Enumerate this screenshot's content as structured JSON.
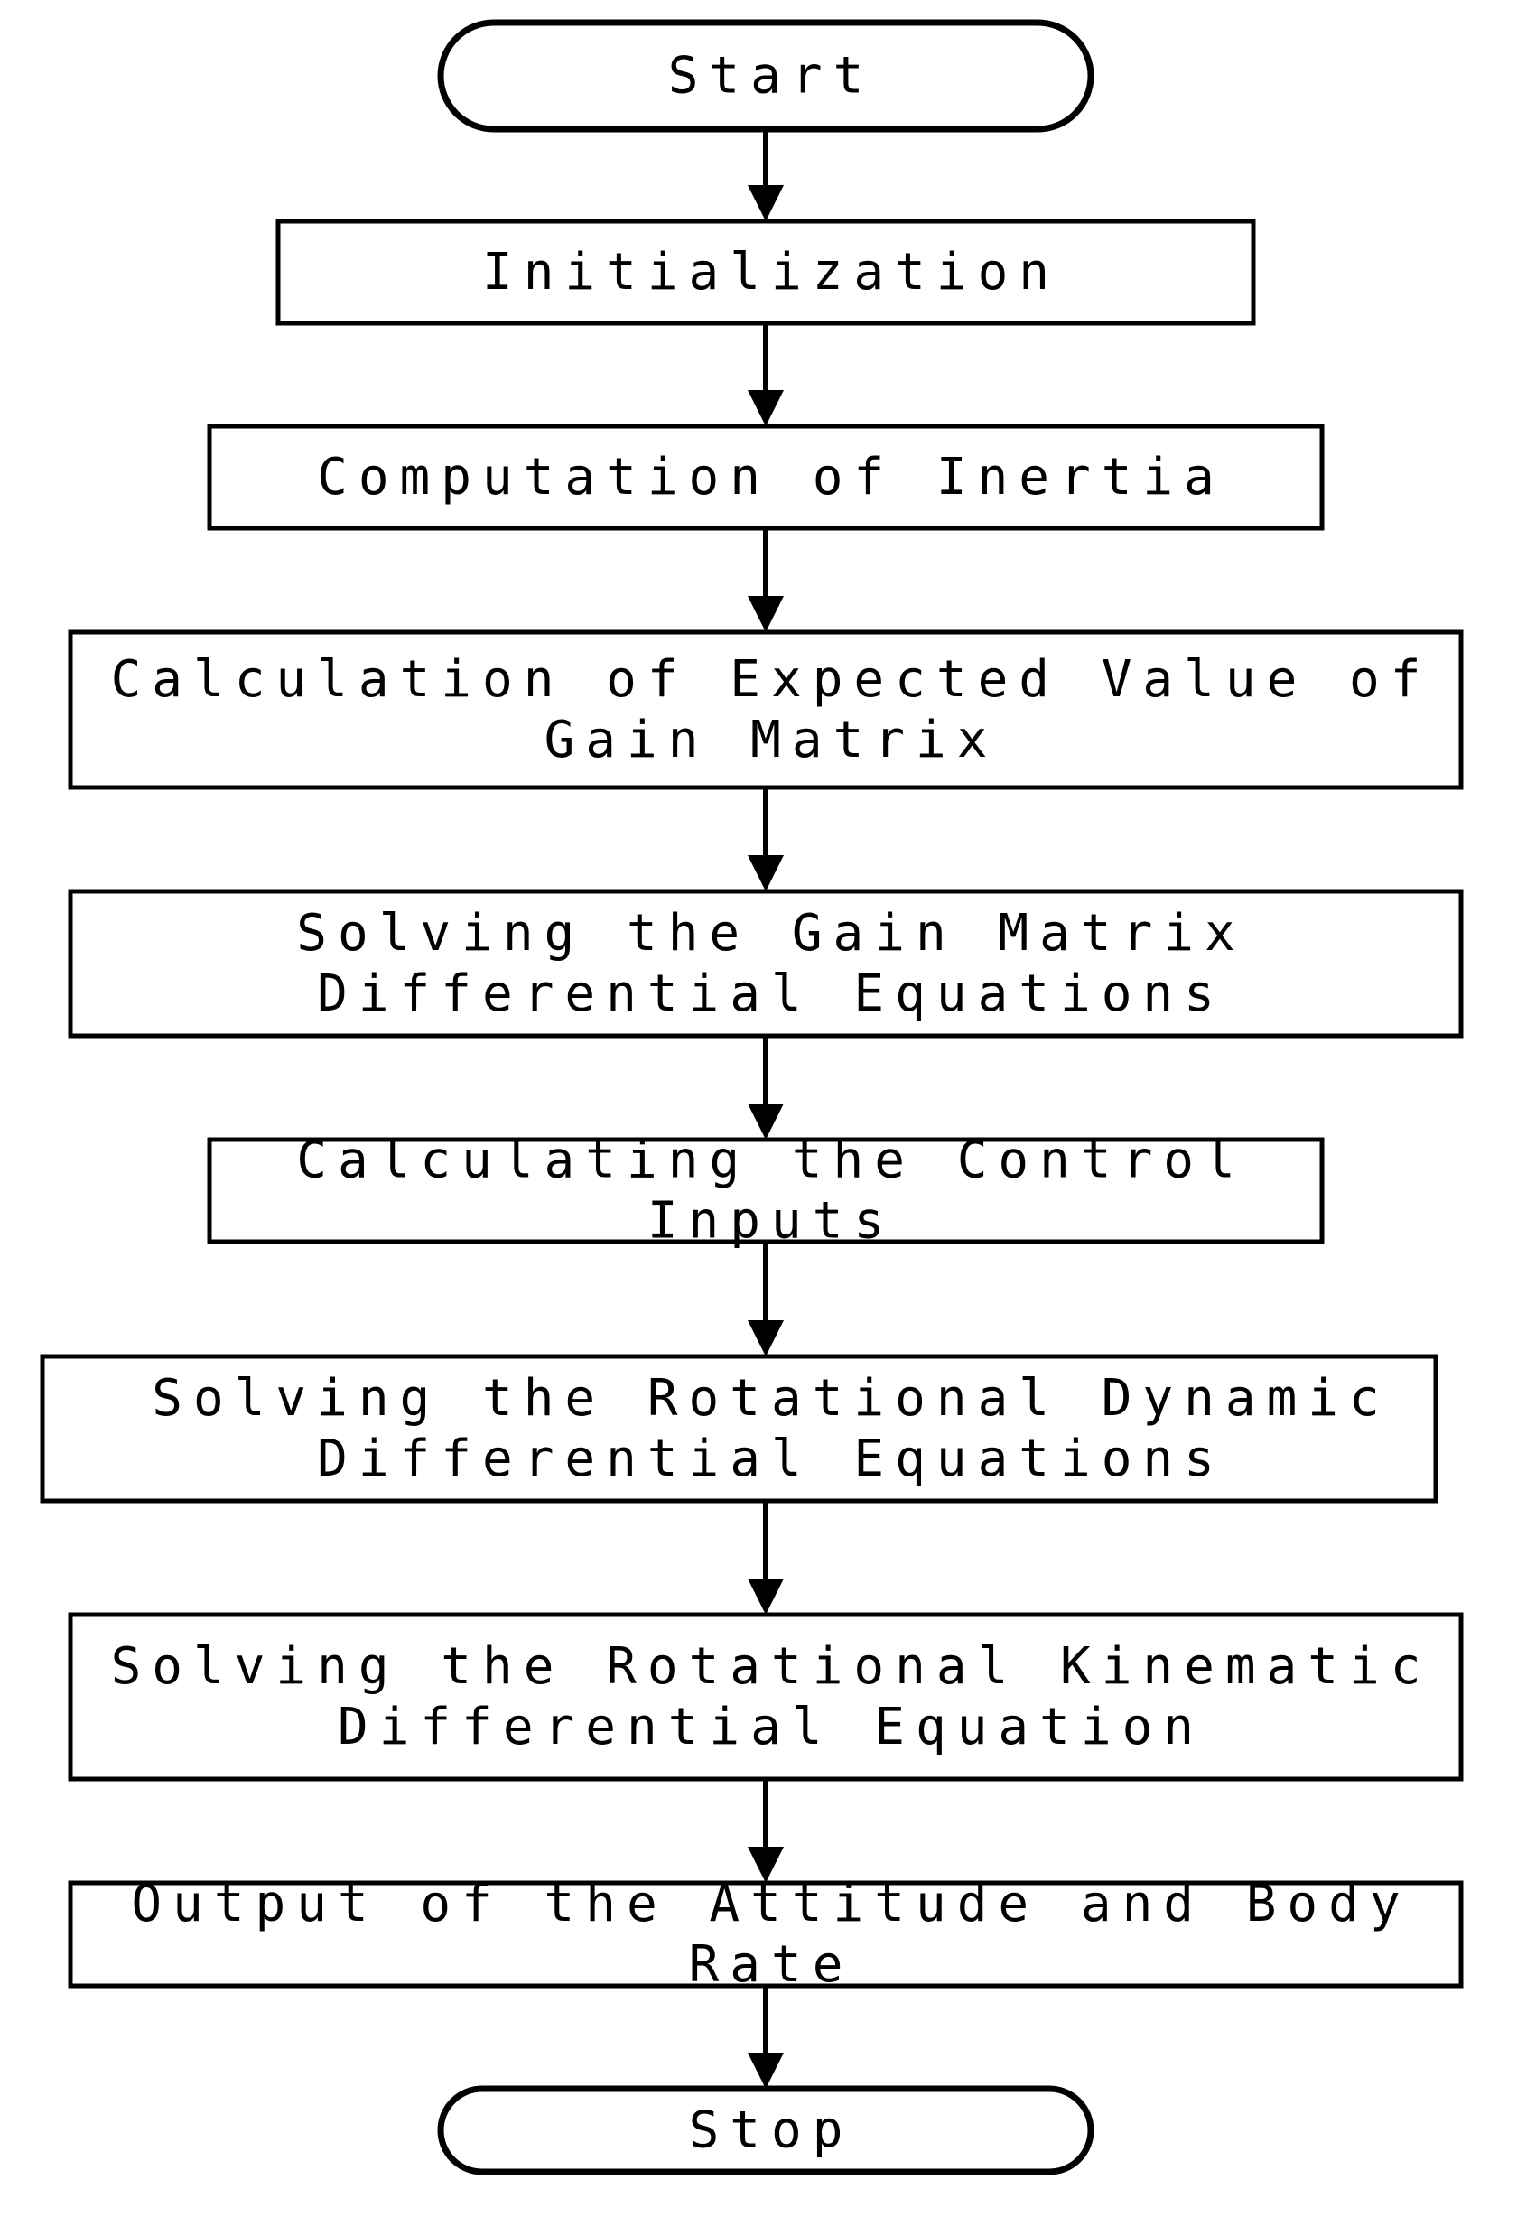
{
  "diagram": {
    "nodes": [
      {
        "id": "start",
        "kind": "terminator",
        "lines": [
          "Start"
        ]
      },
      {
        "id": "init",
        "kind": "process",
        "lines": [
          "Initialization"
        ]
      },
      {
        "id": "inertia",
        "kind": "process",
        "lines": [
          "Computation of Inertia"
        ]
      },
      {
        "id": "expected-gain",
        "kind": "process",
        "lines": [
          "Calculation of Expected Value of",
          "Gain Matrix"
        ]
      },
      {
        "id": "solve-gain",
        "kind": "process",
        "lines": [
          "Solving the Gain Matrix",
          "Differential Equations"
        ]
      },
      {
        "id": "control-inputs",
        "kind": "process",
        "lines": [
          "Calculating the Control",
          "Inputs"
        ]
      },
      {
        "id": "rot-dynamic",
        "kind": "process",
        "lines": [
          "Solving the Rotational Dynamic",
          "Differential Equations"
        ]
      },
      {
        "id": "rot-kinematic",
        "kind": "process",
        "lines": [
          "Solving the Rotational Kinematic",
          "Differential Equation"
        ]
      },
      {
        "id": "output",
        "kind": "process",
        "lines": [
          "Output of the Attitude and Body",
          "Rate"
        ]
      },
      {
        "id": "stop",
        "kind": "terminator",
        "lines": [
          "Stop"
        ]
      }
    ],
    "edges": [
      {
        "from": "start",
        "to": "init"
      },
      {
        "from": "init",
        "to": "inertia"
      },
      {
        "from": "inertia",
        "to": "expected-gain"
      },
      {
        "from": "expected-gain",
        "to": "solve-gain"
      },
      {
        "from": "solve-gain",
        "to": "control-inputs"
      },
      {
        "from": "control-inputs",
        "to": "rot-dynamic"
      },
      {
        "from": "rot-dynamic",
        "to": "rot-kinematic"
      },
      {
        "from": "rot-kinematic",
        "to": "output"
      },
      {
        "from": "output",
        "to": "stop"
      }
    ],
    "colors": {
      "stroke": "#000000",
      "fill": "#ffffff",
      "text": "#000000"
    }
  }
}
